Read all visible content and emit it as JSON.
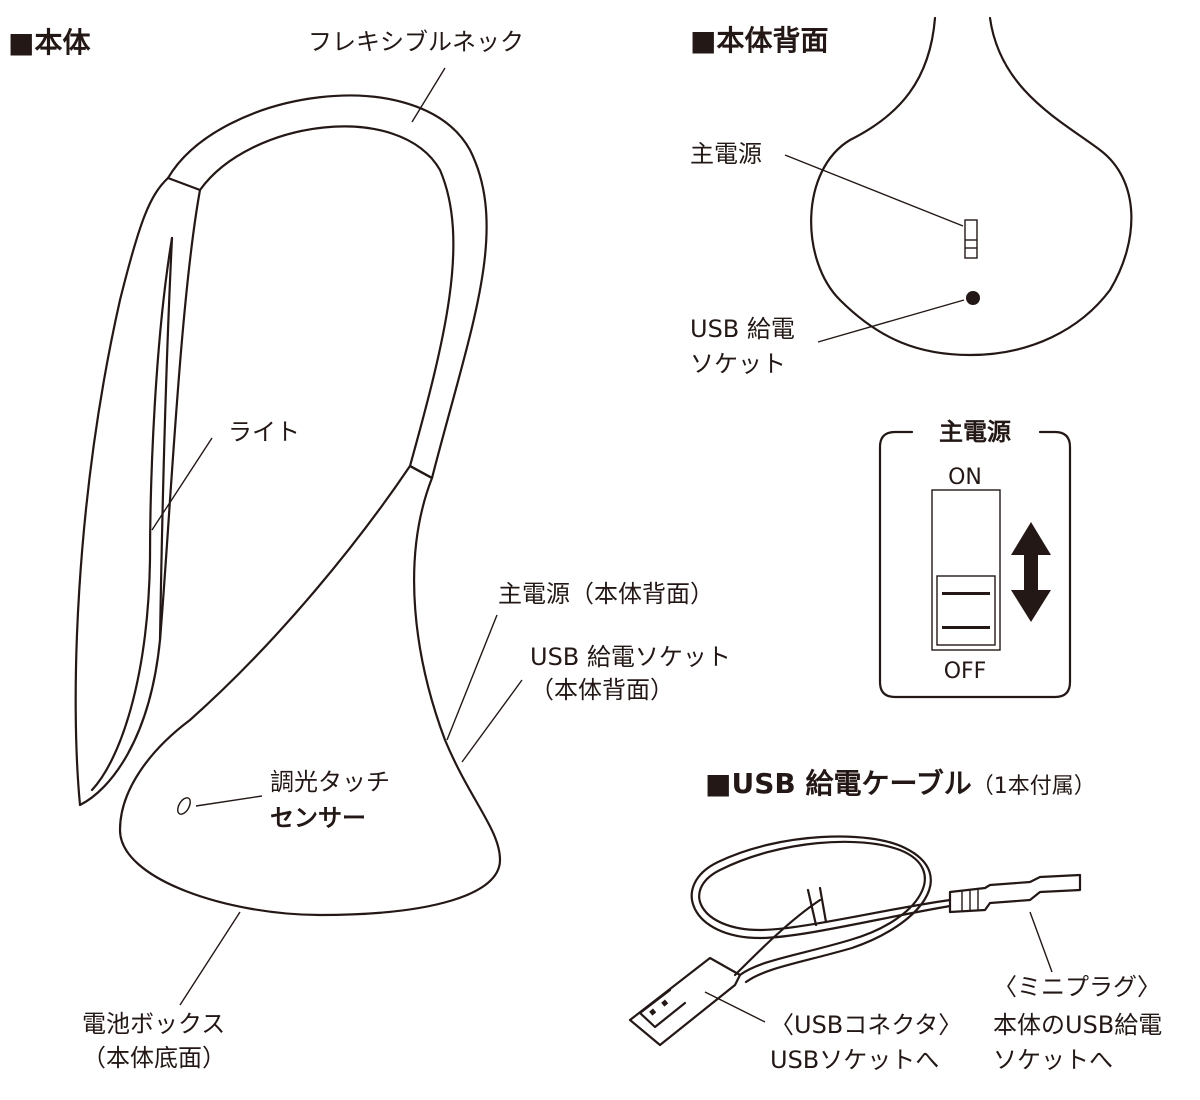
{
  "main_body": {
    "heading": "■本体",
    "flexible_neck": "フレキシブルネック",
    "light": "ライト",
    "main_power_back": "主電源（本体背面）",
    "usb_socket_line1": "USB 給電ソケット",
    "usb_socket_line2": "（本体背面）",
    "touch_sensor_line1": "調光タッチ",
    "touch_sensor_line2": "センサー",
    "battery_line1": "電池ボックス",
    "battery_line2": "（本体底面）"
  },
  "back": {
    "heading": "■本体背面",
    "main_power": "主電源",
    "usb_line1": "USB 給電",
    "usb_line2": "ソケット"
  },
  "switch_panel": {
    "title": "主電源",
    "on": "ON",
    "off": "OFF"
  },
  "cable": {
    "heading": "■USB 給電ケーブル",
    "heading_note": "（1本付属）",
    "usb_connector_line1": "〈USBコネクタ〉",
    "usb_connector_line2": "USBソケットへ",
    "mini_plug_line1": "〈ミニプラグ〉",
    "mini_plug_line2": "本体のUSB給電",
    "mini_plug_line3": "ソケットへ"
  }
}
